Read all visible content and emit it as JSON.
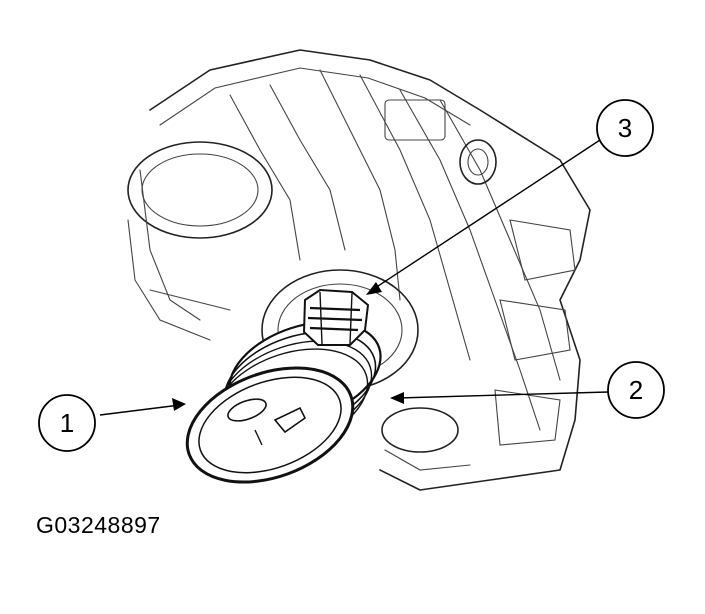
{
  "figure": {
    "id": "G03248897",
    "callouts": [
      {
        "label": "1",
        "part": "crankshaft-pulley"
      },
      {
        "label": "2",
        "part": "crankshaft-damper"
      },
      {
        "label": "3",
        "part": "crankshaft-bolt"
      }
    ]
  }
}
